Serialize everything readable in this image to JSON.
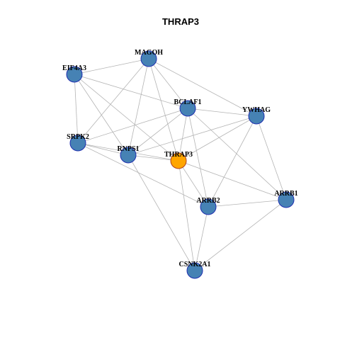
{
  "title": "THRAP3",
  "colors": {
    "background": "#ffffff",
    "edge": "#b4b4b4",
    "node_fill": "#4682b4",
    "node_stroke": "#1f2fb0",
    "center_fill": "#ffa500",
    "center_stroke": "#b0401a",
    "label": "#000000"
  },
  "nodes": [
    {
      "id": "MAGOH",
      "label": "MAGOH",
      "center": false
    },
    {
      "id": "EIF4A3",
      "label": "EIF4A3",
      "center": false
    },
    {
      "id": "BCLAF1",
      "label": "BCLAF1",
      "center": false
    },
    {
      "id": "YWHAG",
      "label": "YWHAG",
      "center": false
    },
    {
      "id": "SRPK2",
      "label": "SRPK2",
      "center": false
    },
    {
      "id": "RNPS1",
      "label": "RNPS1",
      "center": false
    },
    {
      "id": "THRAP3",
      "label": "THRAP3",
      "center": true
    },
    {
      "id": "ARRB2",
      "label": "ARRB2",
      "center": false
    },
    {
      "id": "ARRB1",
      "label": "ARRB1",
      "center": false
    },
    {
      "id": "CSNK2A1",
      "label": "CSNK2A1",
      "center": false
    }
  ],
  "edges": [
    [
      "MAGOH",
      "EIF4A3"
    ],
    [
      "MAGOH",
      "BCLAF1"
    ],
    [
      "MAGOH",
      "YWHAG"
    ],
    [
      "MAGOH",
      "SRPK2"
    ],
    [
      "MAGOH",
      "RNPS1"
    ],
    [
      "MAGOH",
      "THRAP3"
    ],
    [
      "EIF4A3",
      "BCLAF1"
    ],
    [
      "EIF4A3",
      "SRPK2"
    ],
    [
      "EIF4A3",
      "RNPS1"
    ],
    [
      "EIF4A3",
      "THRAP3"
    ],
    [
      "BCLAF1",
      "RNPS1"
    ],
    [
      "BCLAF1",
      "THRAP3"
    ],
    [
      "BCLAF1",
      "YWHAG"
    ],
    [
      "BCLAF1",
      "ARRB2"
    ],
    [
      "BCLAF1",
      "ARRB1"
    ],
    [
      "BCLAF1",
      "SRPK2"
    ],
    [
      "YWHAG",
      "THRAP3"
    ],
    [
      "YWHAG",
      "ARRB2"
    ],
    [
      "YWHAG",
      "ARRB1"
    ],
    [
      "YWHAG",
      "RNPS1"
    ],
    [
      "SRPK2",
      "RNPS1"
    ],
    [
      "SRPK2",
      "THRAP3"
    ],
    [
      "SRPK2",
      "ARRB2"
    ],
    [
      "RNPS1",
      "THRAP3"
    ],
    [
      "RNPS1",
      "CSNK2A1"
    ],
    [
      "THRAP3",
      "ARRB2"
    ],
    [
      "THRAP3",
      "ARRB1"
    ],
    [
      "THRAP3",
      "CSNK2A1"
    ],
    [
      "ARRB2",
      "ARRB1"
    ],
    [
      "ARRB2",
      "CSNK2A1"
    ],
    [
      "ARRB1",
      "CSNK2A1"
    ]
  ]
}
